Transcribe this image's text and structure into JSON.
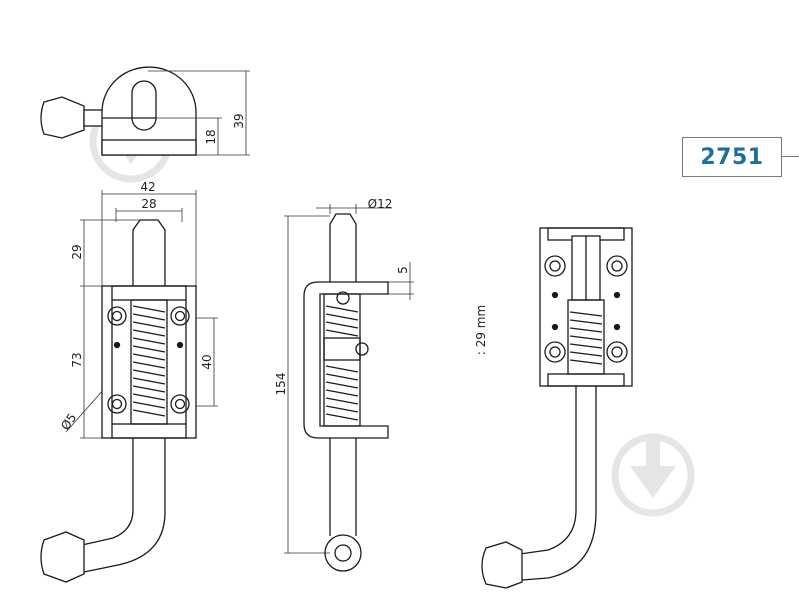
{
  "product_code": "2751",
  "dimensions": {
    "height_top": "39",
    "pin_height": "18",
    "body_width": "42",
    "inner_width": "28",
    "pin_length": "29",
    "body_length": "73",
    "hole_spacing": "40",
    "hole_diameter": "Ø5",
    "pin_diameter": "Ø12",
    "lip": "5",
    "total_length": "154",
    "stroke": ": 29 mm"
  },
  "colors": {
    "line": "#1a1a1a",
    "accent": "#1f6f9a",
    "watermark": "#e6e6e6"
  }
}
